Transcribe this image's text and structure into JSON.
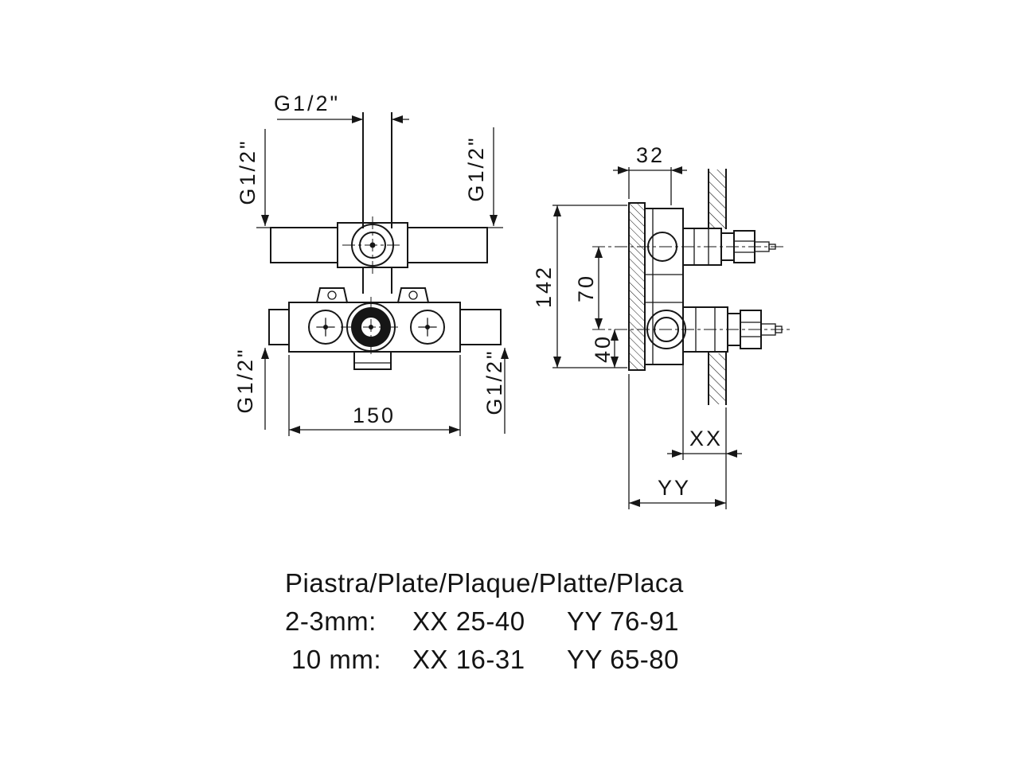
{
  "drawing": {
    "front_view": {
      "port_top": "G1/2\"",
      "port_left_upper": "G1/2\"",
      "port_right_upper": "G1/2\"",
      "port_left_lower": "G1/2\"",
      "port_right_lower": "G1/2\"",
      "width_mm": "150"
    },
    "side_view": {
      "body_depth_mm": "32",
      "body_height_mm": "142",
      "port_spacing_mm": "70",
      "lower_offset_mm": "40",
      "dim_xx_label": "XX",
      "dim_yy_label": "YY"
    },
    "plate_table": {
      "title": "Piastra/Plate/Plaque/Platte/Placa",
      "rows": [
        {
          "thickness": "2-3mm:",
          "xx_range": "XX 25-40",
          "yy_range": "YY 76-91"
        },
        {
          "thickness": "10 mm:",
          "xx_range": "XX 16-31",
          "yy_range": "YY 65-80"
        }
      ]
    }
  }
}
